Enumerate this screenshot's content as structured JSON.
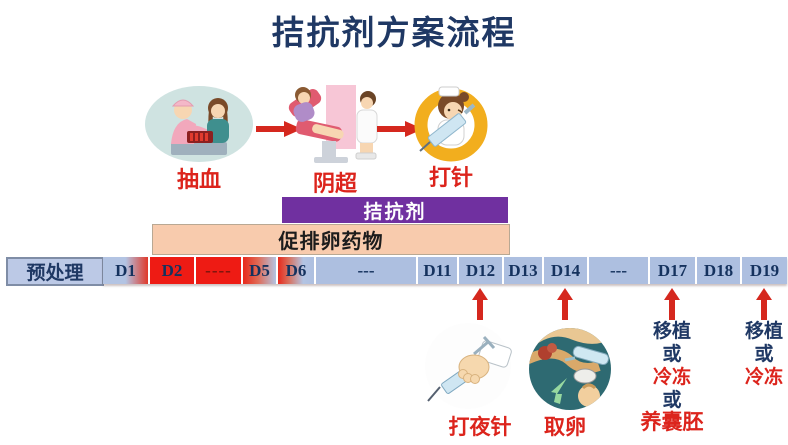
{
  "title": "拮抗剂方案流程",
  "top_flow": {
    "steps": [
      {
        "label": "抽血",
        "icon": "blood-draw-illustration"
      },
      {
        "label": "阴超",
        "icon": "vaginal-ultrasound-illustration"
      },
      {
        "label": "打针",
        "icon": "injection-nurse-illustration"
      }
    ]
  },
  "bars": {
    "antagonist_label": "拮抗剂",
    "stimulation_label": "促排卵药物"
  },
  "timeline": {
    "pretreatment_label": "预处理",
    "cells": [
      {
        "label": "D1"
      },
      {
        "label": "D2"
      },
      {
        "label": "----"
      },
      {
        "label": "D5"
      },
      {
        "label": "D6"
      },
      {
        "label": "---"
      },
      {
        "label": "D11"
      },
      {
        "label": "D12"
      },
      {
        "label": "D13"
      },
      {
        "label": "D14"
      },
      {
        "label": "---"
      },
      {
        "label": "D17"
      },
      {
        "label": "D18"
      },
      {
        "label": "D19"
      }
    ]
  },
  "events": {
    "trigger": {
      "day": "D12",
      "label": "打夜针",
      "icon": "night-injection-syringe"
    },
    "retrieval": {
      "day": "D14",
      "label": "取卵",
      "icon": "egg-retrieval-illustration"
    },
    "d17": {
      "day": "D17",
      "line1": "移植",
      "line2": "或",
      "line3": "冷冻",
      "line4": "或",
      "line5": "养囊胚"
    },
    "d19": {
      "day": "D19",
      "line1": "移植",
      "line2": "或",
      "line3": "冷冻"
    }
  },
  "colors": {
    "title_navy": "#1f3864",
    "label_red": "#dc241c",
    "antagonist_purple": "#7030a0",
    "stimulation_peach": "#f8cbad",
    "cell_blue": "#adbfe0",
    "cell_red": "#ee1b14",
    "dash_maroon": "#7a150d"
  }
}
